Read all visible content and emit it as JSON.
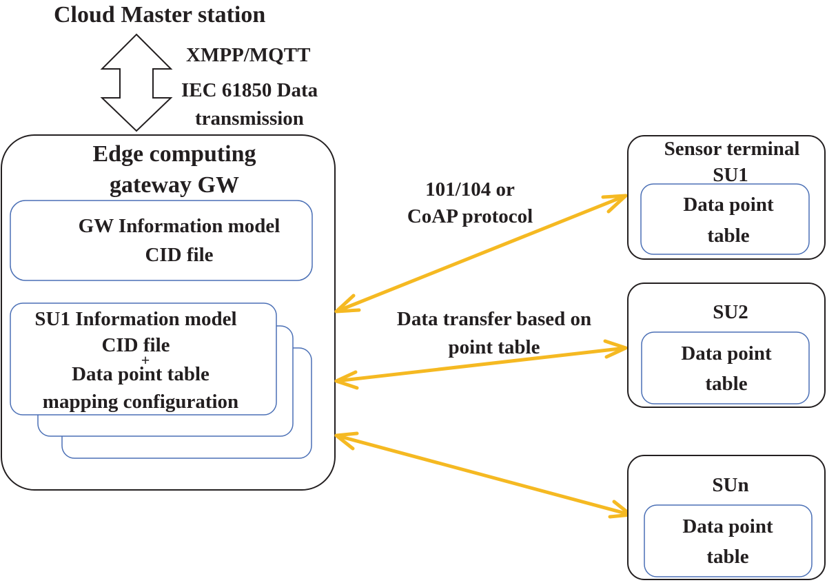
{
  "cloud": {
    "title": "Cloud Master station",
    "protocol_line1": "XMPP/MQTT",
    "protocol_line2": "IEC 61850 Data",
    "protocol_line3": "transmission"
  },
  "gateway": {
    "title_line1": "Edge computing",
    "title_line2": "gateway GW",
    "gw_model_line1": "GW Information model",
    "gw_model_line2": "CID file",
    "su_model_line1": "SU1 Information model",
    "su_model_line2": "CID file",
    "su_model_plus": "+",
    "su_model_line3": "Data point table",
    "su_model_line4": "mapping configuration"
  },
  "links": {
    "label1_line1": "101/104 or",
    "label1_line2": "CoAP protocol",
    "label2_line1": "Data transfer based on",
    "label2_line2": "point table"
  },
  "terminals": [
    {
      "title_line1": "Sensor terminal",
      "title_line2": "SU1",
      "table_line1": "Data point",
      "table_line2": "table"
    },
    {
      "title_line1": "SU2",
      "title_line2": "",
      "table_line1": "Data point",
      "table_line2": "table"
    },
    {
      "title_line1": "SUn",
      "title_line2": "",
      "table_line1": "Data point",
      "table_line2": "table"
    }
  ],
  "colors": {
    "arrow": "#f5b922",
    "inner_box": "#4a6fb5",
    "outline": "#231f20",
    "text": "#231f20"
  }
}
